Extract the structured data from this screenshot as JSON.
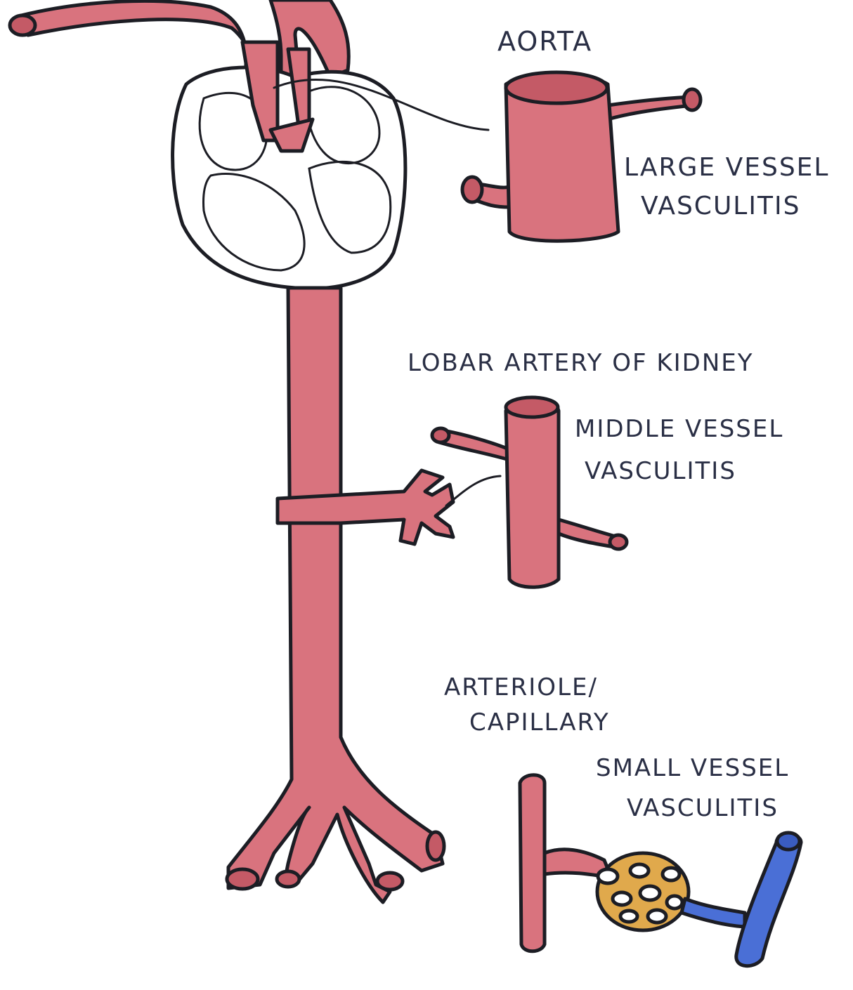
{
  "labels": {
    "aorta": "AORTA",
    "large_1": "LARGE VESSEL",
    "large_2": "VASCULITIS",
    "lobar": "LOBAR ARTERY OF KIDNEY",
    "middle_1": "MIDDLE VESSEL",
    "middle_2": "VASCULITIS",
    "arteriole_1": "ARTERIOLE/",
    "arteriole_2": "CAPILLARY",
    "small_1": "SMALL VESSEL",
    "small_2": "VASCULITIS"
  },
  "colors": {
    "artery": "#d9737e",
    "artery_shade": "#c45a66",
    "vein": "#4a6fd6",
    "capillary_bed": "#e0a94c",
    "ink": "#1c1d24",
    "background": "#ffffff"
  },
  "icons": [
    "heart-icon",
    "aorta-tube-icon",
    "middle-vessel-tube-icon",
    "kidney-branch-icon",
    "capillary-network-icon",
    "vein-icon"
  ]
}
